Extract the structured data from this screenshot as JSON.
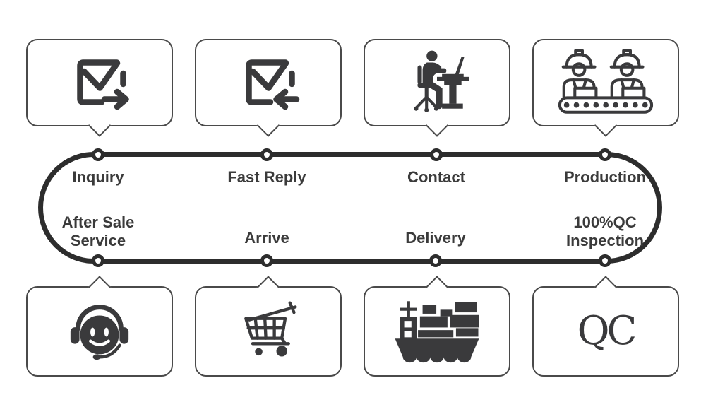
{
  "colors": {
    "ink": "#3a3a3c",
    "track": "#2d2d2d",
    "border": "#4a4a4a",
    "bg": "#ffffff",
    "text": "#3b3b3b"
  },
  "steps_top": [
    {
      "label": "Inquiry",
      "lines": [
        "Inquiry"
      ],
      "icon": "mail-send-icon"
    },
    {
      "label": "Fast Reply",
      "lines": [
        "Fast Reply"
      ],
      "icon": "mail-receive-icon"
    },
    {
      "label": "Contact",
      "lines": [
        "Contact"
      ],
      "icon": "person-at-desk-icon"
    },
    {
      "label": "Production",
      "lines": [
        "Production"
      ],
      "icon": "workers-conveyor-icon"
    }
  ],
  "steps_bottom": [
    {
      "label": "After Sale Service",
      "lines": [
        "After Sale",
        "Service"
      ],
      "icon": "headset-support-icon"
    },
    {
      "label": "Arrive",
      "lines": [
        "Arrive"
      ],
      "icon": "shopping-cart-icon"
    },
    {
      "label": "Delivery",
      "lines": [
        "Delivery"
      ],
      "icon": "cargo-ship-icon"
    },
    {
      "label": "100%QC Inspection",
      "lines": [
        "100%QC",
        "Inspection"
      ],
      "icon": "qc-monogram-icon",
      "monogram": "QC"
    }
  ]
}
